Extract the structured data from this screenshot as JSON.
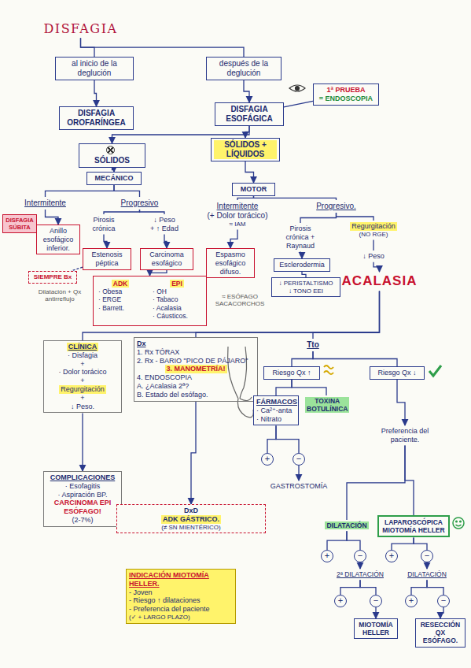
{
  "diagram": {
    "nodes": [
      {
        "text": [
          "DISFAGIA"
        ]
      },
      {
        "text": [
          "al inicio de la deglución"
        ]
      },
      {
        "text": [
          "después de la deglución"
        ]
      },
      {
        "text": [
          "DISFAGIA OROFARÍNGEA"
        ]
      },
      {
        "text": [
          "DISFAGIA ESOFÁGICA"
        ]
      },
      {
        "text": [
          "1ª PRUEBA",
          "= ENDOSCOPIA"
        ]
      },
      {
        "text": [
          "SÓLIDOS"
        ]
      },
      {
        "text": [
          "SÓLIDOS + LÍQUIDOS"
        ]
      },
      {
        "text": [
          "MECÁNICO"
        ]
      },
      {
        "text": [
          "MOTOR"
        ]
      },
      {
        "text": [
          "Intermitente"
        ]
      },
      {
        "text": [
          "Progresivo"
        ]
      },
      {
        "text": [
          "Intermitente",
          "(+ Dolor torácico)",
          "≈ IAM"
        ]
      },
      {
        "text": [
          "Progresivo."
        ]
      },
      {
        "text": [
          "DISFAGIA SÚBITA"
        ]
      },
      {
        "text": [
          "Anillo esofágico inferior."
        ]
      },
      {
        "text": [
          "Pirosis crónica"
        ]
      },
      {
        "text": [
          "Estenosis péptica"
        ]
      },
      {
        "text": [
          "↓ Peso",
          "+ ↑ Edad"
        ]
      },
      {
        "text": [
          "Carcinoma esofágico"
        ]
      },
      {
        "text": [
          "SIEMPRE Bx"
        ]
      },
      {
        "text": []
      },
      {
        "text": [
          "ADK",
          "· Obesa",
          "· ERGE",
          "· Barrett."
        ],
        "in": 21
      },
      {
        "text": [
          "EPI",
          "· OH",
          "· Tabaco",
          "· Acalasia",
          "· Cáusticos."
        ],
        "in": 21
      },
      {
        "text": [
          "Espasmo esofágico difuso."
        ]
      },
      {
        "text": [
          "Pirosis crónica + Raynaud"
        ]
      },
      {
        "text": [
          "Esclerodermia"
        ]
      },
      {
        "text": [
          "↓ PERISTALTISMO",
          "↓ TONO EEI"
        ]
      },
      {
        "text": [
          "Regurgitación",
          "(NO RGE)"
        ]
      },
      {
        "text": [
          "↓ Peso"
        ]
      },
      {
        "text": [
          "ACALASIA"
        ]
      },
      {
        "text": [
          "CLÍNICA",
          "· Disfagia",
          "+",
          "· Dolor torácico",
          "+",
          "Regurgitación",
          "+",
          "↓ Peso."
        ]
      },
      {
        "text": [
          "COMPLICACIONES",
          "· Esofagitis",
          "· Aspiración BP.",
          "CARCINOMA EPI ESÓFAGO!",
          "(2-7%)"
        ]
      },
      {
        "text": [
          "Dx",
          "1. Rx TÓRAX",
          "2. Rx - BARIO \"PICO DE PÁJARO\"",
          "3. MANOMETRÍA!",
          "4. ENDOSCOPIA",
          "A. ¿Acalasia 2ª?",
          "B. Estado del esófago."
        ]
      },
      {
        "text": [
          "DxD",
          "ADK GÁSTRICO.",
          "(≠ SN MIENTÉRICO)"
        ]
      },
      {
        "text": [
          "Tto"
        ]
      },
      {
        "text": [
          "Riesgo Qx ↑"
        ]
      },
      {
        "text": [
          "Riesgo Qx ↓"
        ]
      },
      {
        "text": [
          "FÁRMACOS",
          "· Ca²⁺-anta",
          "· Nitrato"
        ]
      },
      {
        "text": [
          "TOXINA BOTULÍNICA"
        ]
      },
      {
        "text": [
          "+"
        ]
      },
      {
        "text": [
          "−"
        ]
      },
      {
        "text": [
          "GASTROSTOMÍA"
        ]
      },
      {
        "text": [
          "Preferencia del paciente."
        ]
      },
      {
        "text": [
          "DILATACIÓN"
        ]
      },
      {
        "text": [
          "LAPAROSCÓPICA MIOTOMÍA HELLER"
        ]
      },
      {
        "text": [
          "+"
        ]
      },
      {
        "text": [
          "−"
        ]
      },
      {
        "text": [
          "+"
        ]
      },
      {
        "text": [
          "−"
        ]
      },
      {
        "text": [
          "2ª DILATACIÓN"
        ]
      },
      {
        "text": [
          "DILATACIÓN"
        ]
      },
      {
        "text": [
          "+"
        ]
      },
      {
        "text": [
          "−"
        ]
      },
      {
        "text": [
          "+"
        ]
      },
      {
        "text": [
          "−"
        ]
      },
      {
        "text": [
          "MIOTOMÍA HELLER"
        ]
      },
      {
        "text": [
          "RESECCIÓN QX ESÓFAGO."
        ]
      },
      {
        "text": [
          "INDICACIÓN MIOTOMÍA HELLER.",
          "- Joven",
          "- Riesgo ↑ dilataciones",
          "- Preferencia del paciente",
          "(✓ + LARGO PLAZO)"
        ]
      }
    ],
    "edges": [
      {
        "from": 0,
        "to": 1,
        "arrow": "none"
      },
      {
        "from": 0,
        "to": 2,
        "arrow": "none"
      },
      {
        "from": 1,
        "to": 3,
        "arrow": "to"
      },
      {
        "from": 2,
        "to": 4,
        "arrow": "to"
      },
      {
        "from": 4,
        "to": 5,
        "arrow": "none"
      },
      {
        "from": 4,
        "to": 6,
        "arrow": "to"
      },
      {
        "from": 4,
        "to": 7,
        "arrow": "to"
      },
      {
        "from": 6,
        "to": 8,
        "arrow": "to"
      },
      {
        "from": 7,
        "to": 9,
        "arrow": "to"
      },
      {
        "from": 8,
        "to": 10,
        "arrow": "none"
      },
      {
        "from": 8,
        "to": 11,
        "arrow": "none"
      },
      {
        "from": 9,
        "to": 12,
        "arrow": "none"
      },
      {
        "from": 9,
        "to": 13,
        "arrow": "none"
      },
      {
        "from": 10,
        "to": 15,
        "arrow": "to"
      },
      {
        "from": 14,
        "to": 15,
        "arrow": "none"
      },
      {
        "from": 11,
        "to": 16,
        "arrow": "none"
      },
      {
        "from": 11,
        "to": 18,
        "arrow": "none"
      },
      {
        "from": 16,
        "to": 17,
        "arrow": "to"
      },
      {
        "from": 18,
        "to": 19,
        "arrow": "to"
      },
      {
        "from": 17,
        "to": 20,
        "arrow": "none"
      },
      {
        "from": 19,
        "to": 21,
        "arrow": "to"
      },
      {
        "from": 12,
        "to": 24,
        "arrow": "to"
      },
      {
        "from": 13,
        "to": 25,
        "arrow": "none"
      },
      {
        "from": 13,
        "to": 28,
        "arrow": "none"
      },
      {
        "from": 25,
        "to": 26,
        "arrow": "to"
      },
      {
        "from": 26,
        "to": 27,
        "arrow": "none"
      },
      {
        "from": 28,
        "to": 29,
        "arrow": "none"
      },
      {
        "from": 29,
        "to": 30,
        "arrow": "to"
      },
      {
        "from": 30,
        "to": 31,
        "arrow": "none"
      },
      {
        "from": 30,
        "to": 33,
        "arrow": "none"
      },
      {
        "from": 30,
        "to": 35,
        "arrow": "none"
      },
      {
        "from": 31,
        "to": 32,
        "arrow": "to"
      },
      {
        "from": 33,
        "to": 34,
        "arrow": "to"
      },
      {
        "from": 35,
        "to": 36,
        "arrow": "none"
      },
      {
        "from": 35,
        "to": 37,
        "arrow": "none"
      },
      {
        "from": 36,
        "to": 38,
        "arrow": "none"
      },
      {
        "from": 36,
        "to": 39,
        "arrow": "none"
      },
      {
        "from": 38,
        "to": 40,
        "arrow": "none"
      },
      {
        "from": 38,
        "to": 41,
        "arrow": "none"
      },
      {
        "from": 41,
        "to": 42,
        "arrow": "to"
      },
      {
        "from": 37,
        "to": 43,
        "arrow": "to"
      },
      {
        "from": 43,
        "to": 44,
        "arrow": "none"
      },
      {
        "from": 43,
        "to": 45,
        "arrow": "none"
      },
      {
        "from": 44,
        "to": 46,
        "arrow": "none"
      },
      {
        "from": 44,
        "to": 47,
        "arrow": "none"
      },
      {
        "from": 45,
        "to": 48,
        "arrow": "none"
      },
      {
        "from": 45,
        "to": 49,
        "arrow": "none"
      },
      {
        "from": 47,
        "to": 50,
        "arrow": "to"
      },
      {
        "from": 49,
        "to": 51,
        "arrow": "to"
      },
      {
        "from": 50,
        "to": 52,
        "arrow": "none"
      },
      {
        "from": 50,
        "to": 53,
        "arrow": "none"
      },
      {
        "from": 51,
        "to": 54,
        "arrow": "none"
      },
      {
        "from": 51,
        "to": 55,
        "arrow": "none"
      },
      {
        "from": 53,
        "to": 56,
        "arrow": "to"
      },
      {
        "from": 55,
        "to": 57,
        "arrow": "to"
      }
    ],
    "labels": [
      "Dilatación + Qx antirreflujo",
      "≈ ESÓFAGO SACACORCHOS"
    ]
  }
}
